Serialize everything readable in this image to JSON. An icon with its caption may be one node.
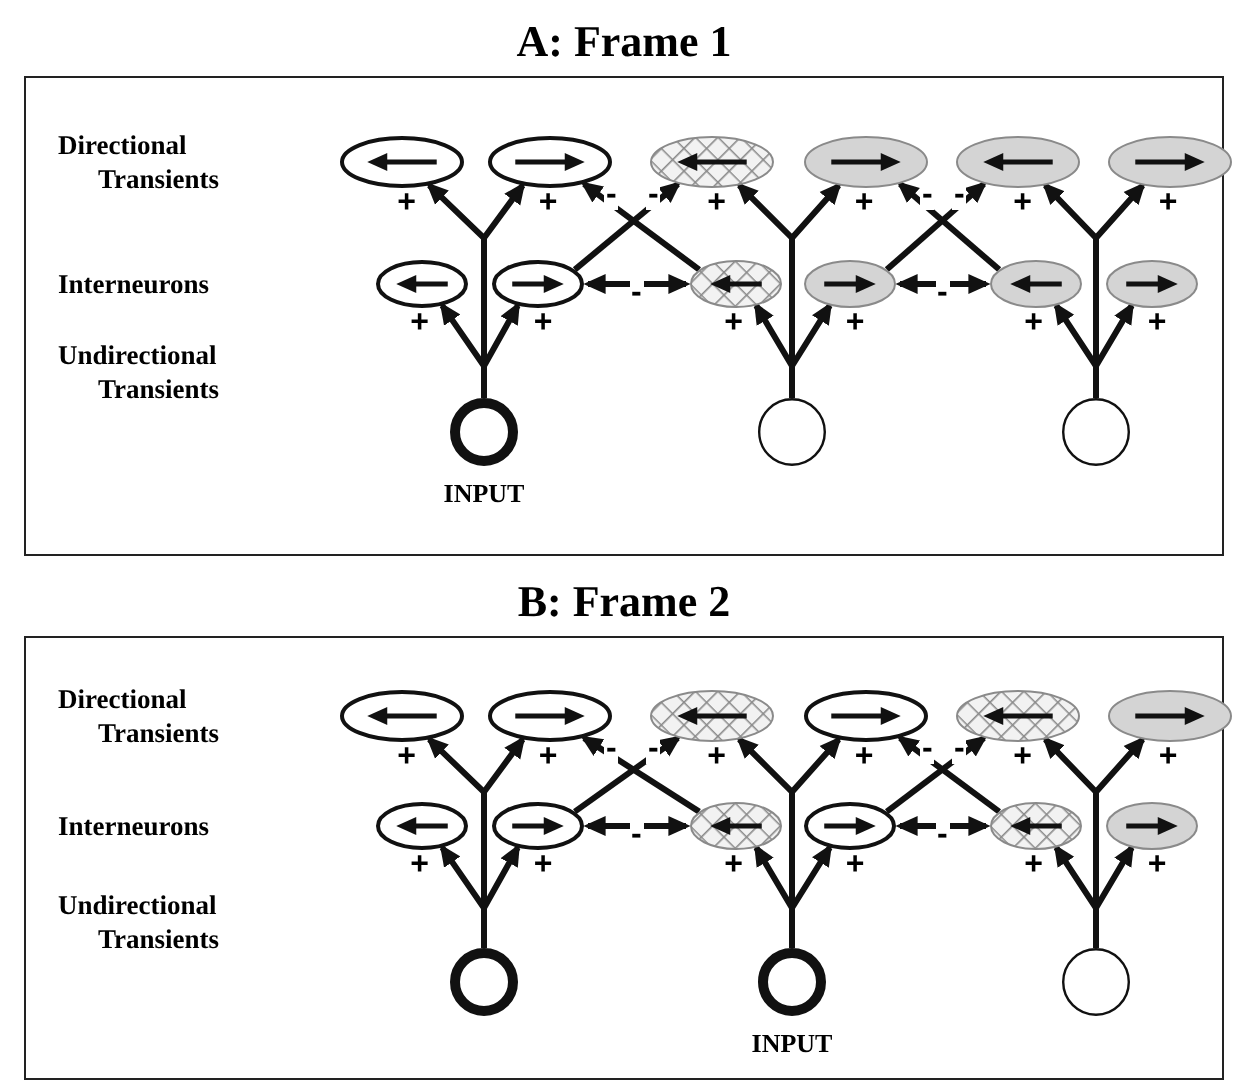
{
  "diagram": {
    "nodes": [
      {
        "text": [
          "A: Frame 1"
        ]
      },
      {
        "text": [],
        "shape": "ellipse",
        "in": 0
      },
      {
        "text": [],
        "shape": "ellipse",
        "in": 0
      },
      {
        "text": [],
        "shape": "ellipse",
        "in": 0
      },
      {
        "text": [],
        "shape": "ellipse",
        "in": 0
      },
      {
        "text": [],
        "shape": "ellipse",
        "in": 0
      },
      {
        "text": [],
        "shape": "ellipse",
        "in": 0
      },
      {
        "text": [],
        "shape": "ellipse",
        "in": 0
      },
      {
        "text": [],
        "shape": "ellipse",
        "in": 0
      },
      {
        "text": [],
        "shape": "ellipse",
        "in": 0
      },
      {
        "text": [],
        "shape": "ellipse",
        "in": 0
      },
      {
        "text": [],
        "shape": "ellipse",
        "in": 0
      },
      {
        "text": [],
        "shape": "ellipse",
        "in": 0
      },
      {
        "text": [],
        "shape": "circle",
        "in": 0,
        "beside": [
          "INPUT"
        ]
      },
      {
        "text": [],
        "shape": "circle",
        "in": 0
      },
      {
        "text": [],
        "shape": "circle",
        "in": 0
      },
      {
        "text": [
          "B: Frame 2"
        ]
      },
      {
        "text": [],
        "shape": "ellipse",
        "in": 16
      },
      {
        "text": [],
        "shape": "ellipse",
        "in": 16
      },
      {
        "text": [],
        "shape": "ellipse",
        "in": 16
      },
      {
        "text": [],
        "shape": "ellipse",
        "in": 16
      },
      {
        "text": [],
        "shape": "ellipse",
        "in": 16
      },
      {
        "text": [],
        "shape": "ellipse",
        "in": 16
      },
      {
        "text": [],
        "shape": "ellipse",
        "in": 16
      },
      {
        "text": [],
        "shape": "ellipse",
        "in": 16
      },
      {
        "text": [],
        "shape": "ellipse",
        "in": 16
      },
      {
        "text": [],
        "shape": "ellipse",
        "in": 16
      },
      {
        "text": [],
        "shape": "ellipse",
        "in": 16
      },
      {
        "text": [],
        "shape": "ellipse",
        "in": 16
      },
      {
        "text": [],
        "shape": "circle",
        "in": 16
      },
      {
        "text": [],
        "shape": "circle",
        "in": 16,
        "beside": [
          "INPUT"
        ]
      },
      {
        "text": [],
        "shape": "circle",
        "in": 16
      }
    ],
    "edges": [
      {
        "from": 13,
        "to": 7,
        "arrow": "to",
        "label": "+"
      },
      {
        "from": 13,
        "to": 8,
        "arrow": "to",
        "label": "+"
      },
      {
        "from": 13,
        "to": 1,
        "arrow": "to",
        "label": "+"
      },
      {
        "from": 13,
        "to": 2,
        "arrow": "to",
        "label": "+"
      },
      {
        "from": 14,
        "to": 9,
        "arrow": "to",
        "label": "+"
      },
      {
        "from": 14,
        "to": 10,
        "arrow": "to",
        "label": "+"
      },
      {
        "from": 14,
        "to": 3,
        "arrow": "to",
        "label": "+"
      },
      {
        "from": 14,
        "to": 4,
        "arrow": "to",
        "label": "+"
      },
      {
        "from": 15,
        "to": 11,
        "arrow": "to",
        "label": "+"
      },
      {
        "from": 15,
        "to": 12,
        "arrow": "to",
        "label": "+"
      },
      {
        "from": 15,
        "to": 5,
        "arrow": "to",
        "label": "+"
      },
      {
        "from": 15,
        "to": 6,
        "arrow": "to",
        "label": "+"
      },
      {
        "from": 8,
        "to": 3,
        "arrow": "to",
        "label": "-"
      },
      {
        "from": 9,
        "to": 2,
        "arrow": "to",
        "label": "-"
      },
      {
        "from": 8,
        "to": 9,
        "arrow": "both",
        "label": "-"
      },
      {
        "from": 10,
        "to": 5,
        "arrow": "to",
        "label": "-"
      },
      {
        "from": 11,
        "to": 4,
        "arrow": "to",
        "label": "-"
      },
      {
        "from": 10,
        "to": 11,
        "arrow": "both",
        "label": "-"
      },
      {
        "from": 29,
        "to": 23,
        "arrow": "to",
        "label": "+"
      },
      {
        "from": 29,
        "to": 24,
        "arrow": "to",
        "label": "+"
      },
      {
        "from": 29,
        "to": 17,
        "arrow": "to",
        "label": "+"
      },
      {
        "from": 29,
        "to": 18,
        "arrow": "to",
        "label": "+"
      },
      {
        "from": 30,
        "to": 25,
        "arrow": "to",
        "label": "+"
      },
      {
        "from": 30,
        "to": 26,
        "arrow": "to",
        "label": "+"
      },
      {
        "from": 30,
        "to": 19,
        "arrow": "to",
        "label": "+"
      },
      {
        "from": 30,
        "to": 20,
        "arrow": "to",
        "label": "+"
      },
      {
        "from": 31,
        "to": 27,
        "arrow": "to",
        "label": "+"
      },
      {
        "from": 31,
        "to": 28,
        "arrow": "to",
        "label": "+"
      },
      {
        "from": 31,
        "to": 21,
        "arrow": "to",
        "label": "+"
      },
      {
        "from": 31,
        "to": 22,
        "arrow": "to",
        "label": "+"
      },
      {
        "from": 24,
        "to": 19,
        "arrow": "to",
        "label": "-"
      },
      {
        "from": 25,
        "to": 18,
        "arrow": "to",
        "label": "-"
      },
      {
        "from": 24,
        "to": 25,
        "arrow": "both",
        "label": "-"
      },
      {
        "from": 26,
        "to": 21,
        "arrow": "to",
        "label": "-"
      },
      {
        "from": 27,
        "to": 20,
        "arrow": "to",
        "label": "-"
      },
      {
        "from": 26,
        "to": 27,
        "arrow": "both",
        "label": "-"
      }
    ],
    "labels": [
      "Directional Transients",
      "Interneurons",
      "Undirectional Transients",
      "Directional Transients",
      "Interneurons",
      "Undirectional Transients"
    ]
  }
}
